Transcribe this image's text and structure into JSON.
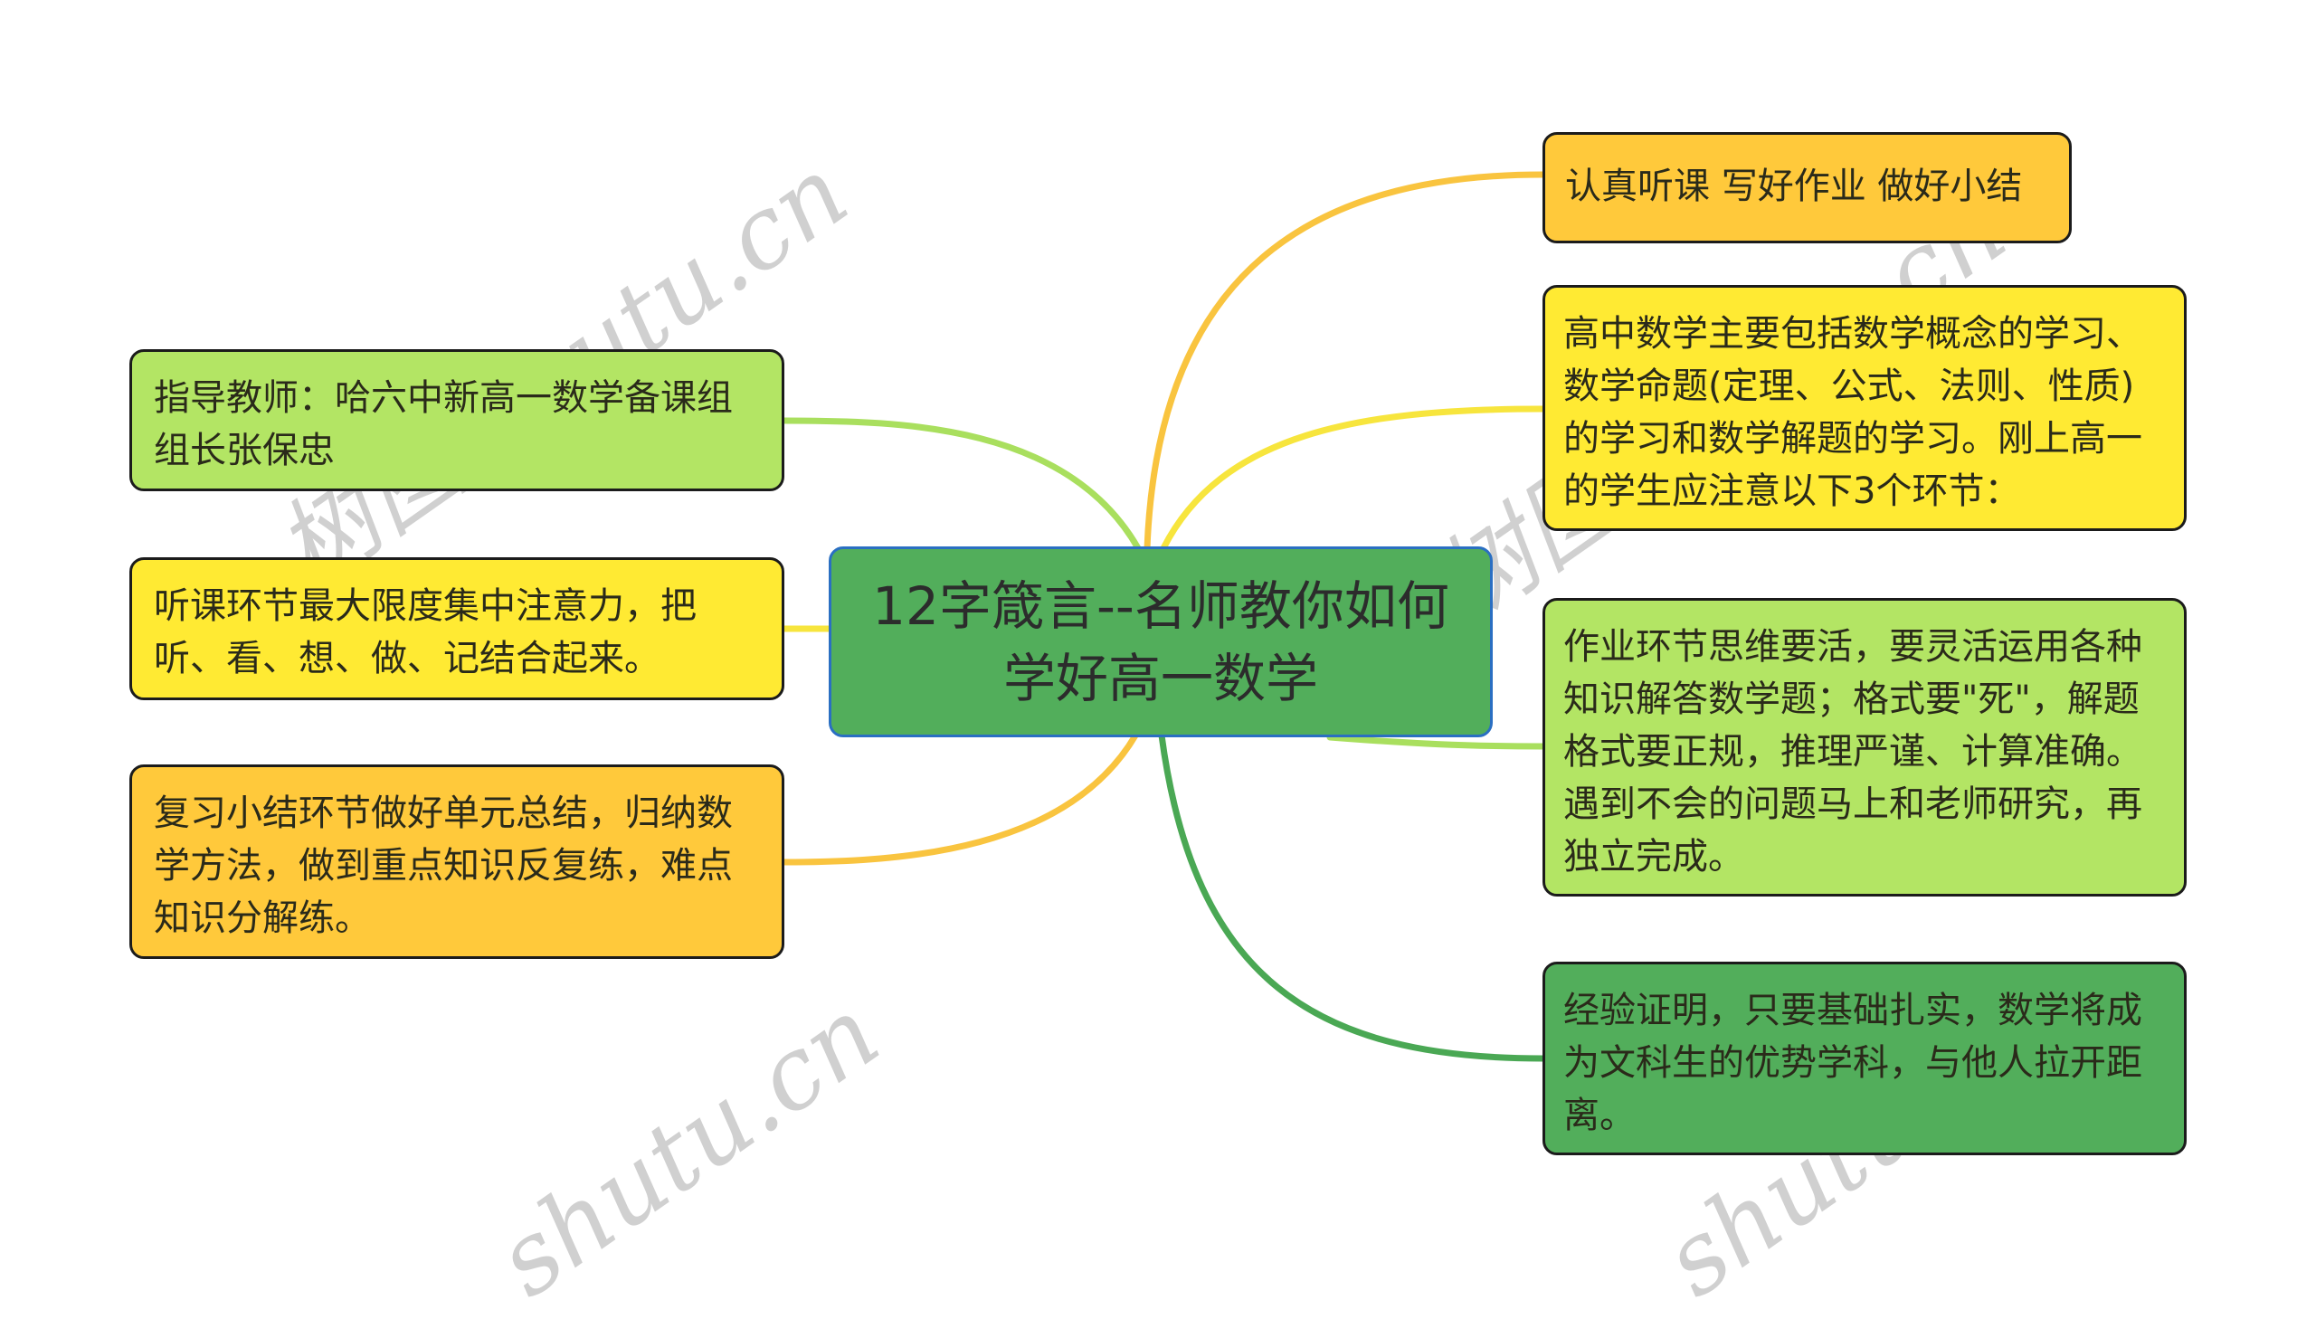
{
  "root": {
    "text": "12字箴言--名师教你如何学好高一数学",
    "fill": "#52ae5b",
    "border": "#2a6fc2"
  },
  "left_nodes": [
    {
      "text": "指导教师：哈六中新高一数学备课组组长张保忠",
      "fill": "#b3e564",
      "link_color": "#a9df5e"
    },
    {
      "text": "听课环节最大限度集中注意力，把听、看、想、做、记结合起来。",
      "fill": "#ffea33",
      "link_color": "#f7e53d"
    },
    {
      "text": "复习小结环节做好单元总结，归纳数学方法，做到重点知识反复练，难点知识分解练。",
      "fill": "#ffc93b",
      "link_color": "#f9c43f"
    }
  ],
  "right_nodes": [
    {
      "text": "认真听课 写好作业 做好小结",
      "fill": "#ffc93b",
      "link_color": "#f9c43f"
    },
    {
      "text": "高中数学主要包括数学概念的学习、数学命题(定理、公式、法则、性质)的学习和数学解题的学习。刚上高一的学生应注意以下3个环节：",
      "fill": "#ffea33",
      "link_color": "#f7e53d"
    },
    {
      "text": "作业环节思维要活，要灵活运用各种知识解答数学题；格式要\"死\"，解题格式要正规，推理严谨、计算准确。遇到不会的问题马上和老师研究，再独立完成。",
      "fill": "#b3e564",
      "link_color": "#a9df5e"
    },
    {
      "text": "经验证明，只要基础扎实，数学将成为文科生的优势学科，与他人拉开距离。",
      "fill": "#52ae5b",
      "link_color": "#4aa854"
    }
  ],
  "watermarks": [
    "树图 shutu.cn",
    "树图 shutu.cn",
    "shutu.cn",
    "shutu.cn"
  ]
}
